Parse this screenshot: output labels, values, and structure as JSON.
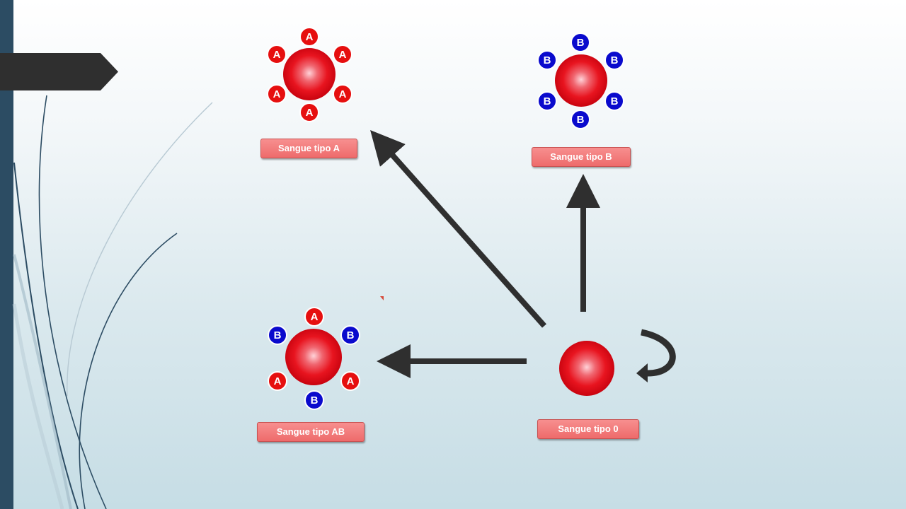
{
  "slide": {
    "accent_bar_color": "#2c4c63",
    "tag_color": "#2f2f2f"
  },
  "diagram": {
    "cells": [
      {
        "id": "A",
        "label": "Sangue tipo A",
        "antigens": [
          "A",
          "A",
          "A",
          "A",
          "A",
          "A"
        ]
      },
      {
        "id": "B",
        "label": "Sangue tipo B",
        "antigens": [
          "B",
          "B",
          "B",
          "B",
          "B",
          "B"
        ]
      },
      {
        "id": "AB",
        "label": "Sangue tipo AB",
        "antigens": [
          "A",
          "B",
          "B",
          "A",
          "A",
          "B"
        ]
      },
      {
        "id": "O",
        "label": "Sangue tipo 0",
        "antigens": []
      }
    ],
    "arrows": [
      {
        "from": "O",
        "to": "A"
      },
      {
        "from": "O",
        "to": "B"
      },
      {
        "from": "O",
        "to": "AB"
      },
      {
        "from": "O",
        "to": "O"
      }
    ],
    "colors": {
      "cell": "#e8141f",
      "antigen_A": "#e60f0f",
      "antigen_B": "#0a0acd",
      "arrow": "#2f2f2f",
      "label_bg": "#f07676"
    }
  }
}
